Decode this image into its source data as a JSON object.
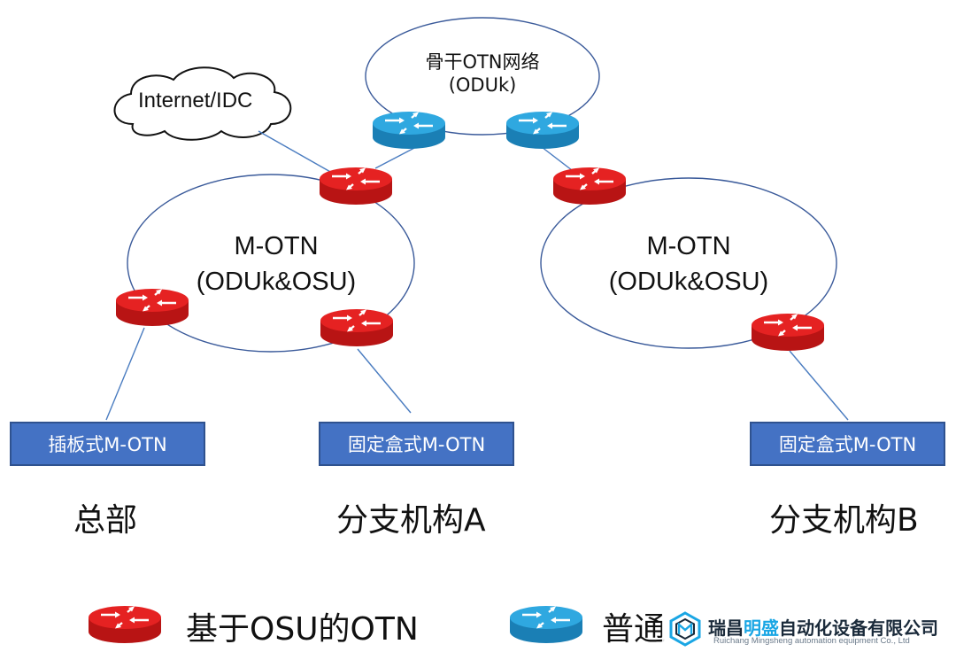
{
  "colors": {
    "osu_router": "#e52222",
    "normal_router": "#2fa8e0",
    "device_box": "#4472c4",
    "link": "#4a7cc0",
    "ring_stroke": "#3a5a9a"
  },
  "backbone": {
    "title": "骨干OTN网络",
    "subtitle": "(ODUk)"
  },
  "cloud": {
    "label": "Internet/IDC"
  },
  "ring_left": {
    "title": "M-OTN",
    "subtitle": "(ODUk&OSU)"
  },
  "ring_right": {
    "title": "M-OTN",
    "subtitle": "(ODUk&OSU)"
  },
  "devices": {
    "hq_box": "插板式M-OTN",
    "branch_a_box": "固定盒式M-OTN",
    "branch_b_box": "固定盒式M-OTN"
  },
  "sites": {
    "hq": "总部",
    "branch_a": "分支机构A",
    "branch_b": "分支机构B"
  },
  "legend": {
    "osu_label": "基于OSU的OTN",
    "normal_label": "普通"
  },
  "watermark": {
    "name_prefix": "瑞昌",
    "name_highlight": "明盛",
    "name_suffix": "自动化设备有限公司",
    "english": "Ruichang Mingsheng automation equipment Co., Ltd",
    "icon": "hexagon-logo-icon"
  }
}
